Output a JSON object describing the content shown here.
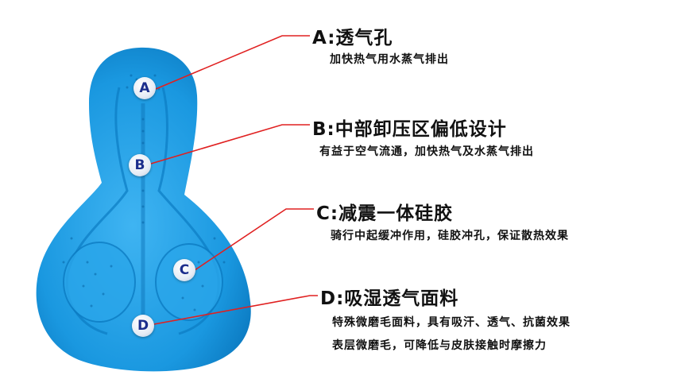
{
  "callouts": [
    {
      "letter": "A",
      "title": "A:透气孔",
      "desc": [
        "加快热气用水蒸气排出"
      ]
    },
    {
      "letter": "B",
      "title": "B:中部卸压区偏低设计",
      "desc": [
        "有益于空气流通，加快热气及水蒸气排出"
      ]
    },
    {
      "letter": "C",
      "title": "C:减震一体硅胶",
      "desc": [
        "骑行中起缓冲作用，硅胶冲孔，保证散热效果"
      ]
    },
    {
      "letter": "D",
      "title": "D:吸湿透气面料",
      "desc": [
        "特殊微磨毛面料，具有吸汗、透气、抗菌效果",
        "表层微磨毛，可降低与皮肤接触时摩擦力"
      ]
    }
  ],
  "colors": {
    "pad": "#1fa0e6",
    "pad_dark": "#0a78c2",
    "leader_line": "#e02020",
    "marker_text": "#1b2d8c"
  }
}
